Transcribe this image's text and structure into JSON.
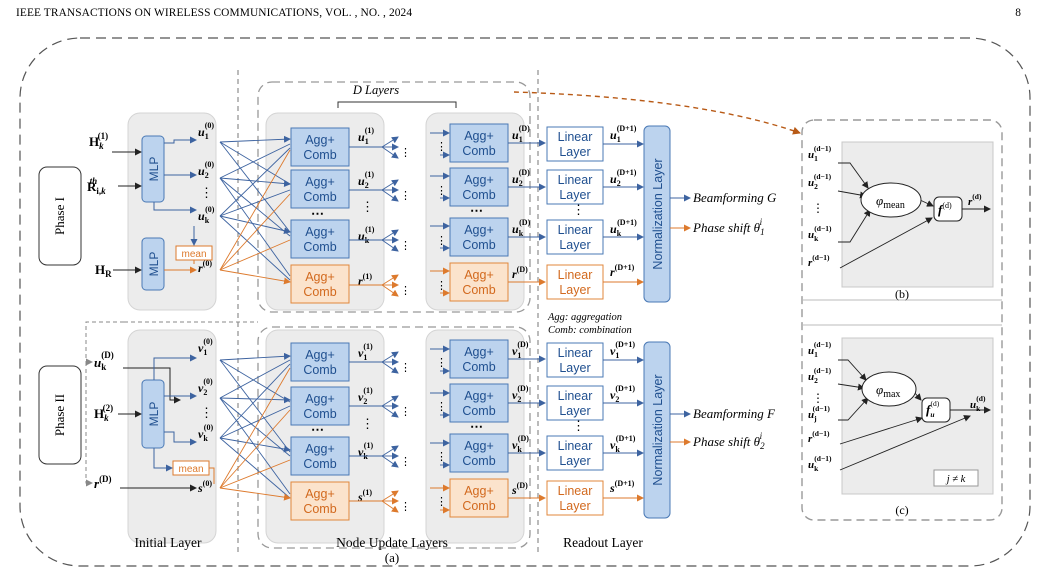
{
  "header": {
    "left": "IEEE TRANSACTIONS ON WIRELESS COMMUNICATIONS, VOL. , NO. ,  2024",
    "page": "8"
  },
  "figure": {
    "d_layers": "D Layers",
    "phase1": "Phase I",
    "phase2": "Phase II",
    "mlp": "MLP",
    "mean": "mean",
    "agg_comb_line1": "Agg+",
    "agg_comb_line2": "Comb",
    "linear_line1": "Linear",
    "linear_line2": "Layer",
    "norm_layer": "Normalization Layer",
    "out_beam_g": "Beamforming G",
    "out_phase1": "Phase shift θ",
    "out_beam_f": "Beamforming F",
    "out_phase2": "Phase shift θ",
    "agg_note": "Agg: aggregation",
    "comb_note": "Comb: combination",
    "initial_layer": "Initial Layer",
    "node_update_layers": "Node Update Layers",
    "readout_layer": "Readout Layer",
    "label_a": "(a)",
    "label_b": "(b)",
    "label_c": "(c)",
    "phi_mean": "φ",
    "phi_mean_sub": "mean",
    "phi_max": "φ",
    "phi_max_sub": "max",
    "cond": "j ≠ k",
    "dots": "⋮",
    "hdots": "⋯"
  },
  "colors": {
    "blue_fill": "#bcd3ee",
    "blue_stroke": "#4a79b5",
    "orange_fill": "#fbe3cc",
    "orange_stroke": "#e1873b",
    "gray_panel": "#ececec",
    "arrow_blue": "#3d63a0",
    "arrow_orange": "#dd7a2d",
    "brown_dashed": "#b85a16"
  }
}
